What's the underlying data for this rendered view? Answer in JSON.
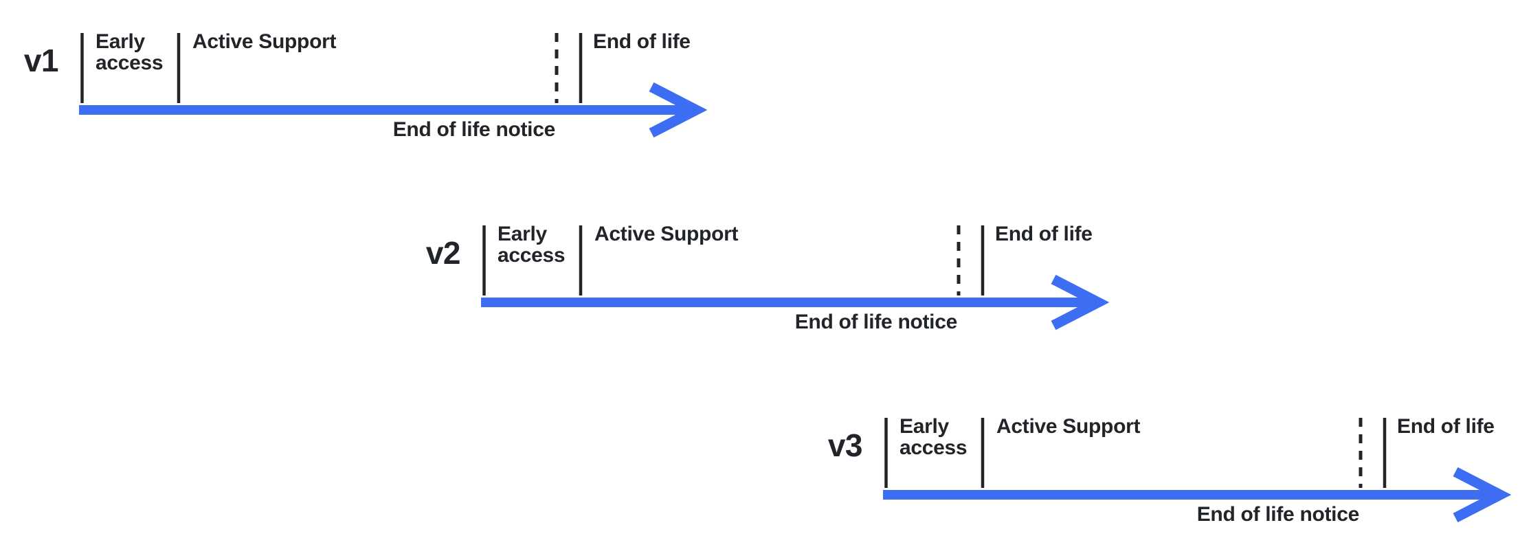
{
  "diagram": {
    "type": "version-lifecycle-timelines",
    "background_color": "#ffffff",
    "text_color": "#212428",
    "tick_color": "#212428",
    "arrow_color": "#3d6df3"
  },
  "timelines": [
    {
      "version": "v1",
      "early_access_label": "Early access",
      "active_support_label": "Active Support",
      "end_of_life_label": "End of life",
      "end_of_life_notice_label": "End of life notice"
    },
    {
      "version": "v2",
      "early_access_label": "Early access",
      "active_support_label": "Active Support",
      "end_of_life_label": "End of life",
      "end_of_life_notice_label": "End of life notice"
    },
    {
      "version": "v3",
      "early_access_label": "Early access",
      "active_support_label": "Active Support",
      "end_of_life_label": "End of life",
      "end_of_life_notice_label": "End of life notice"
    }
  ]
}
